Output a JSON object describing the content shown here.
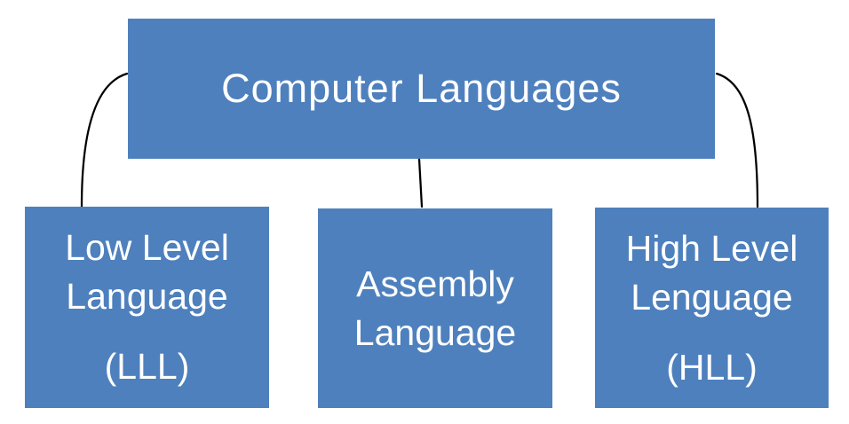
{
  "diagram": {
    "background": "#ffffff",
    "node_fill": "#4e80bd",
    "node_text_color": "#ffffff",
    "connector_color": "#000000",
    "root_node": {
      "label": "Computer Languages"
    },
    "child_nodes": [
      {
        "line1": "Low Level",
        "line2": "Language",
        "abbr": "(LLL)"
      },
      {
        "line1": "Assembly",
        "line2": "Language",
        "abbr": ""
      },
      {
        "line1": "High Level",
        "line2": "Lenguage",
        "abbr": "(HLL)"
      }
    ]
  }
}
